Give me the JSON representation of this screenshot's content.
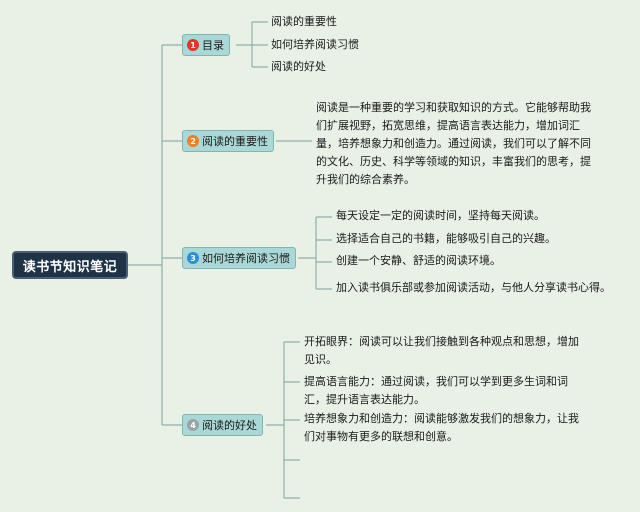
{
  "root": {
    "label": "读书节知识笔记"
  },
  "branches": [
    {
      "number": "1",
      "label": "目录",
      "badge_color": "#e0362a",
      "children": [
        "阅读的重要性",
        "如何培养阅读习惯",
        "阅读的好处"
      ]
    },
    {
      "number": "2",
      "label": "阅读的重要性",
      "badge_color": "#f07f22",
      "children": [
        "阅读是一种重要的学习和获取知识的方式。它能够帮助我们扩展视野，拓宽思维，提高语言表达能力，增加词汇量，培养想象力和创造力。通过阅读，我们可以了解不同的文化、历史、科学等领域的知识，丰富我们的思考，提升我们的综合素养。"
      ]
    },
    {
      "number": "3",
      "label": "如何培养阅读习惯",
      "badge_color": "#2a8fd6",
      "children": [
        "每天设定一定的阅读时间，坚持每天阅读。",
        "选择适合自己的书籍，能够吸引自己的兴趣。",
        "创建一个安静、舒适的阅读环境。",
        "加入读书俱乐部或参加阅读活动，与他人分享读书心得。"
      ]
    },
    {
      "number": "4",
      "label": "阅读的好处",
      "badge_color": "#9aa3a8",
      "children": [
        "开拓眼界：阅读可以让我们接触到各种观点和思想，增加见识。",
        "提高语言能力：通过阅读，我们可以学到更多生词和词汇，提升语言表达能力。",
        "培养想象力和创造力：阅读能够激发我们的想象力，让我们对事物有更多的联想和创意。"
      ]
    }
  ],
  "colors": {
    "line": "#8fb0a8",
    "background": "#e9f0e6"
  }
}
